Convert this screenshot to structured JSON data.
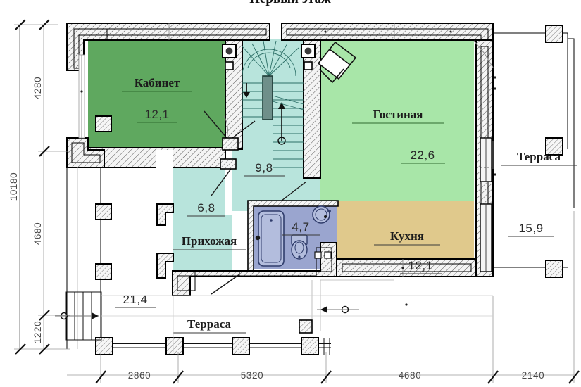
{
  "plan": {
    "title": "Первый этаж",
    "drawing_type": "floor-plan"
  },
  "rooms": [
    {
      "key": "kabinet",
      "name": "Кабинет",
      "area": "12,1",
      "color": "#5fa85f"
    },
    {
      "key": "gostinaya",
      "name": "Гостиная",
      "area": "22,6",
      "color": "#a8e6a8"
    },
    {
      "key": "kuhnya",
      "name": "Кухня",
      "area": "12,1",
      "color": "#e0c98c"
    },
    {
      "key": "prihozhaya",
      "name": "Прихожая",
      "area": "6,8",
      "color": "#b8e4dc"
    },
    {
      "key": "lestnica",
      "name": "",
      "area": "9,8",
      "color": "#b8e4dc"
    },
    {
      "key": "sanuzel",
      "name": "",
      "area": "4,7",
      "color": "#9aa5cf"
    },
    {
      "key": "terrasa_right",
      "name": "Терраса",
      "area": "15,9",
      "color": "#ffffff"
    },
    {
      "key": "terrasa_bottom",
      "name": "Терраса",
      "area": "21,4",
      "color": "#ffffff"
    }
  ],
  "labels": {
    "kabinet_name": "Кабинет",
    "kabinet_area": "12,1",
    "gostinaya_name": "Гостиная",
    "gostinaya_area": "22,6",
    "kuhnya_name": "Кухня",
    "kuhnya_area": "12,1",
    "prihozhaya_name": "Прихожая",
    "prihozhaya_area": "6,8",
    "lestnica_area": "9,8",
    "sanuzel_area": "4,7",
    "terrasa_right_name": "Терраса",
    "terrasa_right_area": "15,9",
    "terrasa_bottom_name": "Терраса",
    "terrasa_bottom_area": "21,4"
  },
  "dimensions": {
    "vertical_total": "10180",
    "vertical_segments": [
      "4280",
      "4680",
      "1220"
    ],
    "horizontal_segments": [
      "2860",
      "5320",
      "4680",
      "2140"
    ]
  },
  "colors": {
    "office_green": "#5fa85f",
    "living_green": "#a8e6a8",
    "kitchen_tan": "#e0c98c",
    "hall_teal": "#b8e4dc",
    "bath_blue": "#9aa5cf",
    "wall_fill": "#f2f2f2",
    "wall_stroke": "#000000",
    "dim_gray": "#9a9a9a"
  }
}
